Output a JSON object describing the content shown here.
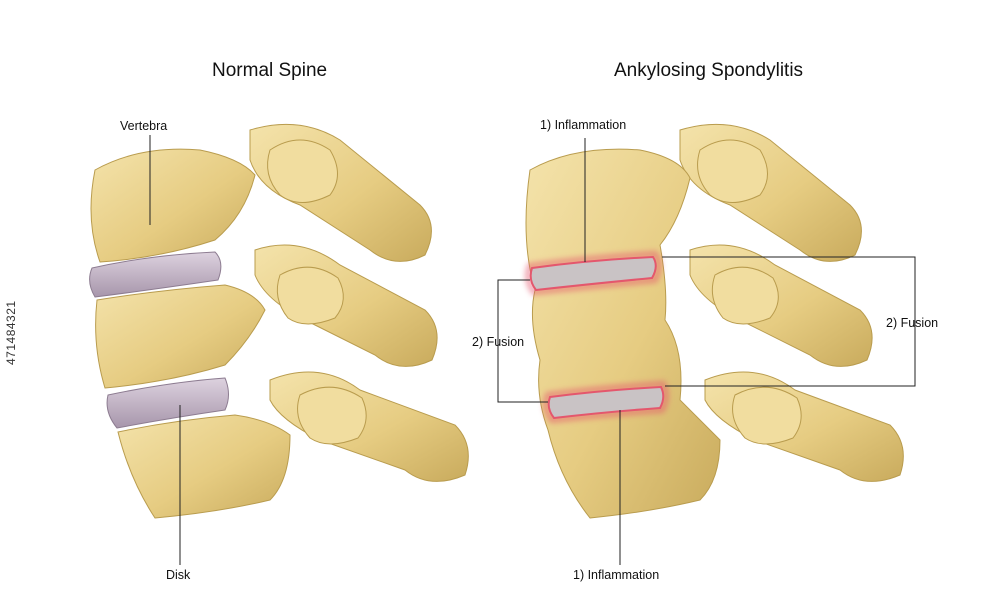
{
  "panels": {
    "normal": {
      "title": "Normal Spine",
      "labels": {
        "vertebra": "Vertebra",
        "disk": "Disk"
      }
    },
    "ankylosing": {
      "title": "Ankylosing Spondylitis",
      "labels": {
        "inflammation_top": "1) Inflammation",
        "inflammation_bottom": "1) Inflammation",
        "fusion_left": "2) Fusion",
        "fusion_right": "2) Fusion"
      }
    }
  },
  "stock_id": "471484321",
  "colors": {
    "bone": "#e6cc82",
    "bone_light": "#f4e3ab",
    "bone_shadow": "#b99c4e",
    "disk": "#c2b3c6",
    "inflamed_disk": "#c9c3c5",
    "inflammation_glow": "#e4576d",
    "leader_line": "#222222"
  }
}
